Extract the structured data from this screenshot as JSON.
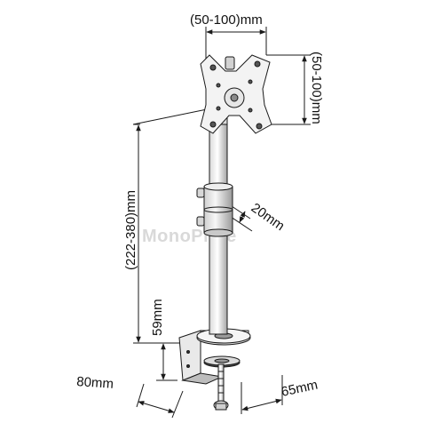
{
  "diagram": {
    "labels": {
      "vesa_width": "(50-100)mm",
      "vesa_height": "(50-100)mm",
      "height_range": "(222-380)mm",
      "pole_diameter": "20mm",
      "clamp_height": "59mm",
      "base_depth": "80mm",
      "base_width": "65mm"
    },
    "watermark": "MonoPrice",
    "colors": {
      "line": "#1a1a1a",
      "metal_light": "#f4f4f4",
      "metal_mid": "#cfcfcf",
      "metal_dark": "#8a8a8a",
      "watermark": "#d9d9d9"
    }
  }
}
